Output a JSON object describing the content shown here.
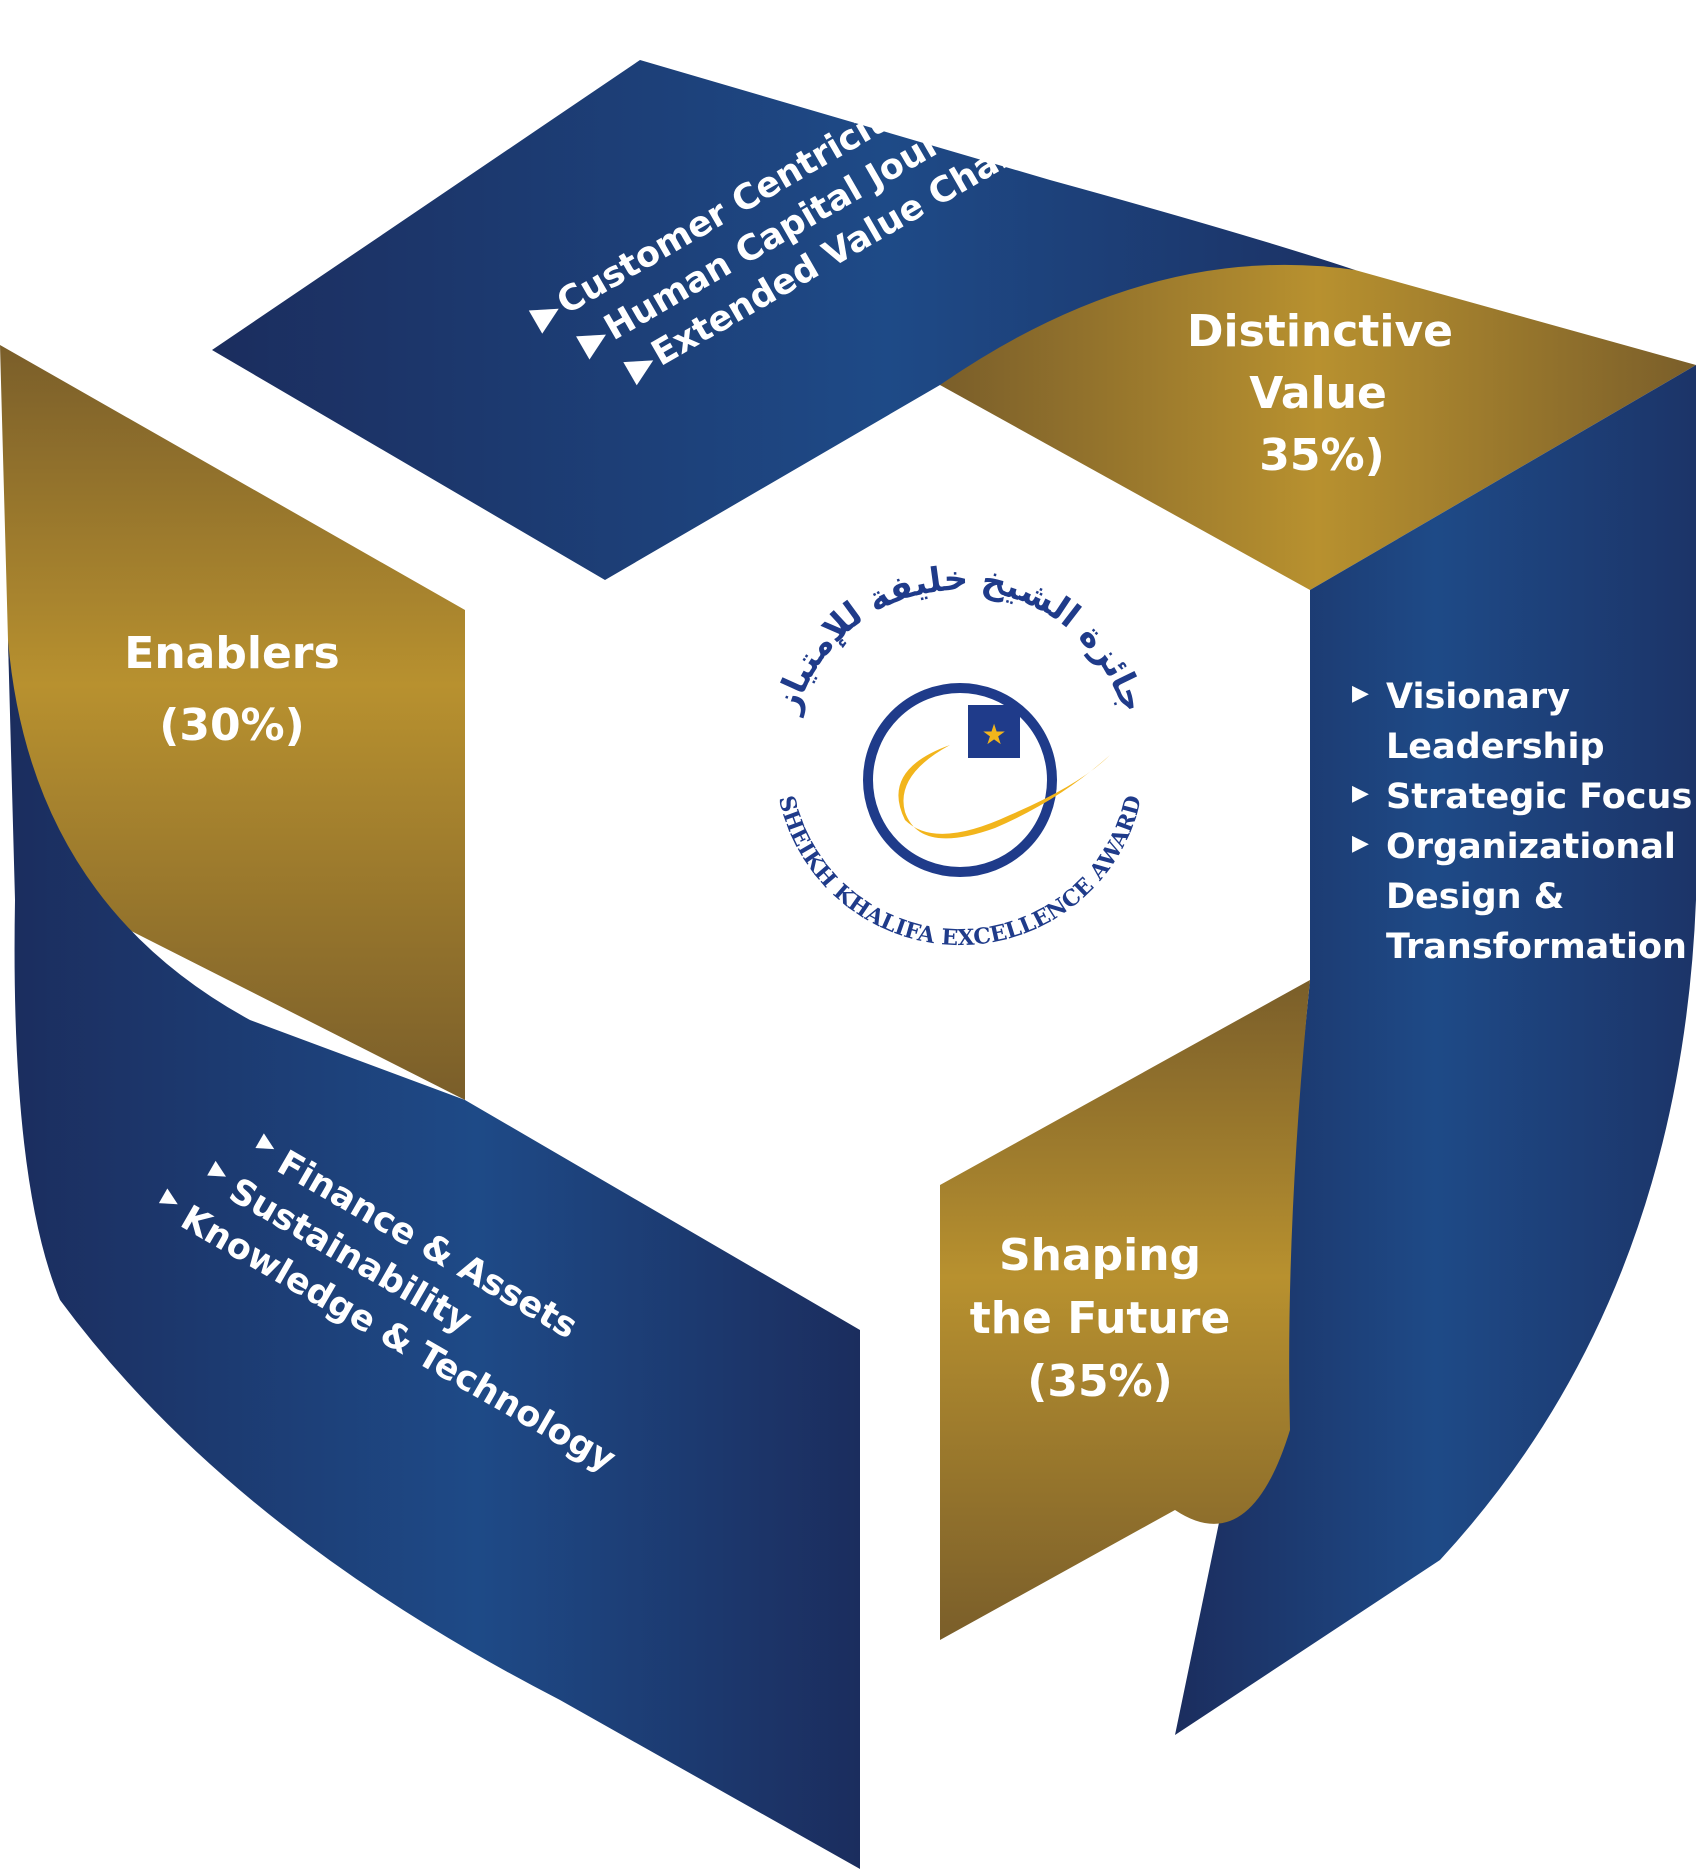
{
  "colors": {
    "blue_dark": "#1b2d5e",
    "blue_mid": "#1e4a87",
    "gold_dark": "#7a5e2a",
    "gold_light": "#b8912f",
    "logo_yellow": "#f2b51c",
    "logo_blue": "#1f3b8a"
  },
  "distinctive_value": {
    "title_line1": "Distinctive",
    "title_line2": "Value",
    "percent": "35%)",
    "items": [
      "Customer Centricity",
      "Human Capital Journey",
      "Extended Value Chain"
    ]
  },
  "shaping_future": {
    "title_line1": "Shaping",
    "title_line2": "the Future",
    "percent": "(35%)",
    "items": [
      "Visionary",
      "Leadership",
      "Strategic Focus",
      "Organizational",
      "Design &",
      "Transformation"
    ]
  },
  "enablers": {
    "title": "Enablers",
    "percent": "(30%)",
    "items": [
      "Finance & Assets",
      "Sustainability",
      "Knowledge & Technology"
    ]
  },
  "logo": {
    "arabic": "جائزة الشيخ خليفة للإمتياز",
    "english": "SHEIKH KHALIFA EXCELLENCE AWARD",
    "icon": "star-icon"
  }
}
